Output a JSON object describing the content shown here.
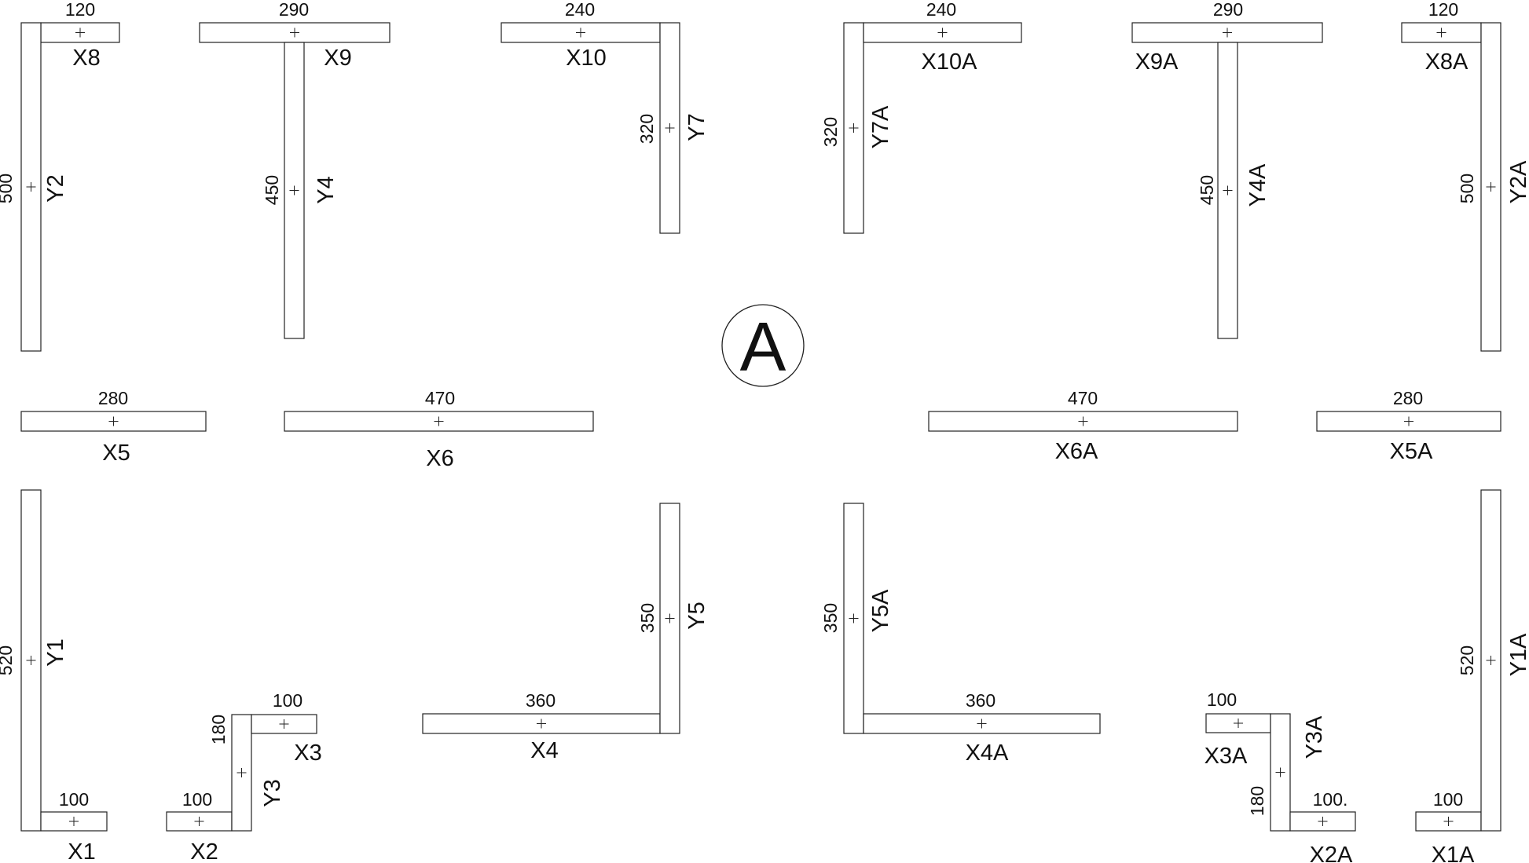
{
  "section_marker": "A",
  "walls": [
    {
      "id": "X8",
      "label": "X8",
      "dim": "120"
    },
    {
      "id": "Y2",
      "label": "Y2",
      "dim": "500"
    },
    {
      "id": "X9",
      "label": "X9",
      "dim": "290"
    },
    {
      "id": "Y4",
      "label": "Y4",
      "dim": "450"
    },
    {
      "id": "X10",
      "label": "X10",
      "dim": "240"
    },
    {
      "id": "Y7",
      "label": "Y7",
      "dim": "320"
    },
    {
      "id": "Y7A",
      "label": "Y7A",
      "dim": "320"
    },
    {
      "id": "X10A",
      "label": "X10A",
      "dim": "240"
    },
    {
      "id": "X9A",
      "label": "X9A",
      "dim": "290"
    },
    {
      "id": "Y4A",
      "label": "Y4A",
      "dim": "450"
    },
    {
      "id": "X8A",
      "label": "X8A",
      "dim": "120"
    },
    {
      "id": "Y2A",
      "label": "Y2A",
      "dim": "500"
    },
    {
      "id": "X5",
      "label": "X5",
      "dim": "280"
    },
    {
      "id": "X6",
      "label": "X6",
      "dim": "470"
    },
    {
      "id": "X6A",
      "label": "X6A",
      "dim": "470"
    },
    {
      "id": "X5A",
      "label": "X5A",
      "dim": "280"
    },
    {
      "id": "Y1",
      "label": "Y1",
      "dim": "520"
    },
    {
      "id": "X1",
      "label": "X1",
      "dim": "100"
    },
    {
      "id": "X2",
      "label": "X2",
      "dim": "100"
    },
    {
      "id": "Y3",
      "label": "Y3",
      "dim": "180"
    },
    {
      "id": "X3",
      "label": "X3",
      "dim": "100"
    },
    {
      "id": "X4",
      "label": "X4",
      "dim": "360"
    },
    {
      "id": "Y5",
      "label": "Y5",
      "dim": "350"
    },
    {
      "id": "Y5A",
      "label": "Y5A",
      "dim": "350"
    },
    {
      "id": "X4A",
      "label": "X4A",
      "dim": "360"
    },
    {
      "id": "X3A",
      "label": "X3A",
      "dim": "100"
    },
    {
      "id": "Y3A",
      "label": "Y3A",
      "dim": "180"
    },
    {
      "id": "X2A",
      "label": "X2A",
      "dim": "100."
    },
    {
      "id": "X1A",
      "label": "X1A",
      "dim": "100"
    },
    {
      "id": "Y1A",
      "label": "Y1A",
      "dim": "520"
    }
  ]
}
